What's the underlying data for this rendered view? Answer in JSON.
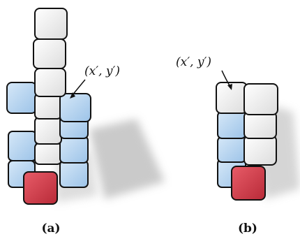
{
  "panels": [
    {
      "id": "a",
      "label": "(a)",
      "annotation": "(x′, y′)",
      "cube_colors": {
        "white": "#efefef",
        "blue": "#b7d5f0",
        "red": "#d9404e"
      }
    },
    {
      "id": "b",
      "label": "(b)",
      "annotation": "(x′, y′)",
      "cube_colors": {
        "white": "#efefef",
        "blue": "#b7d5f0",
        "red": "#d9404e"
      }
    }
  ]
}
